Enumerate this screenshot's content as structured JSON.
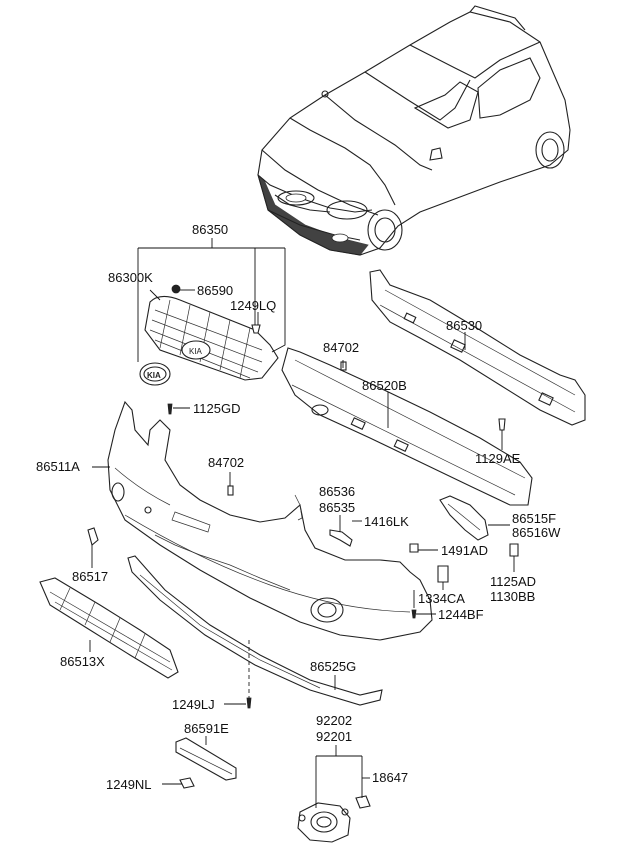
{
  "parts": {
    "p86350": "86350",
    "p86300K": "86300K",
    "p86590": "86590",
    "p1249LQ": "1249LQ",
    "p86530": "86530",
    "p84702a": "84702",
    "p86520B": "86520B",
    "p1125GD": "1125GD",
    "p1129AE": "1129AE",
    "p86511A": "86511A",
    "p84702b": "84702",
    "p86536": "86536",
    "p86535": "86535",
    "p1416LK": "1416LK",
    "p86515F": "86515F",
    "p86516W": "86516W",
    "p1491AD": "1491AD",
    "p86517": "86517",
    "p1125AD": "1125AD",
    "p1130BB": "1130BB",
    "p1334CA": "1334CA",
    "p1244BF": "1244BF",
    "p86513X": "86513X",
    "p86525G": "86525G",
    "p1249LJ": "1249LJ",
    "p92202": "92202",
    "p92201": "92201",
    "p86591E": "86591E",
    "p18647": "18647",
    "p1249NL": "1249NL"
  }
}
